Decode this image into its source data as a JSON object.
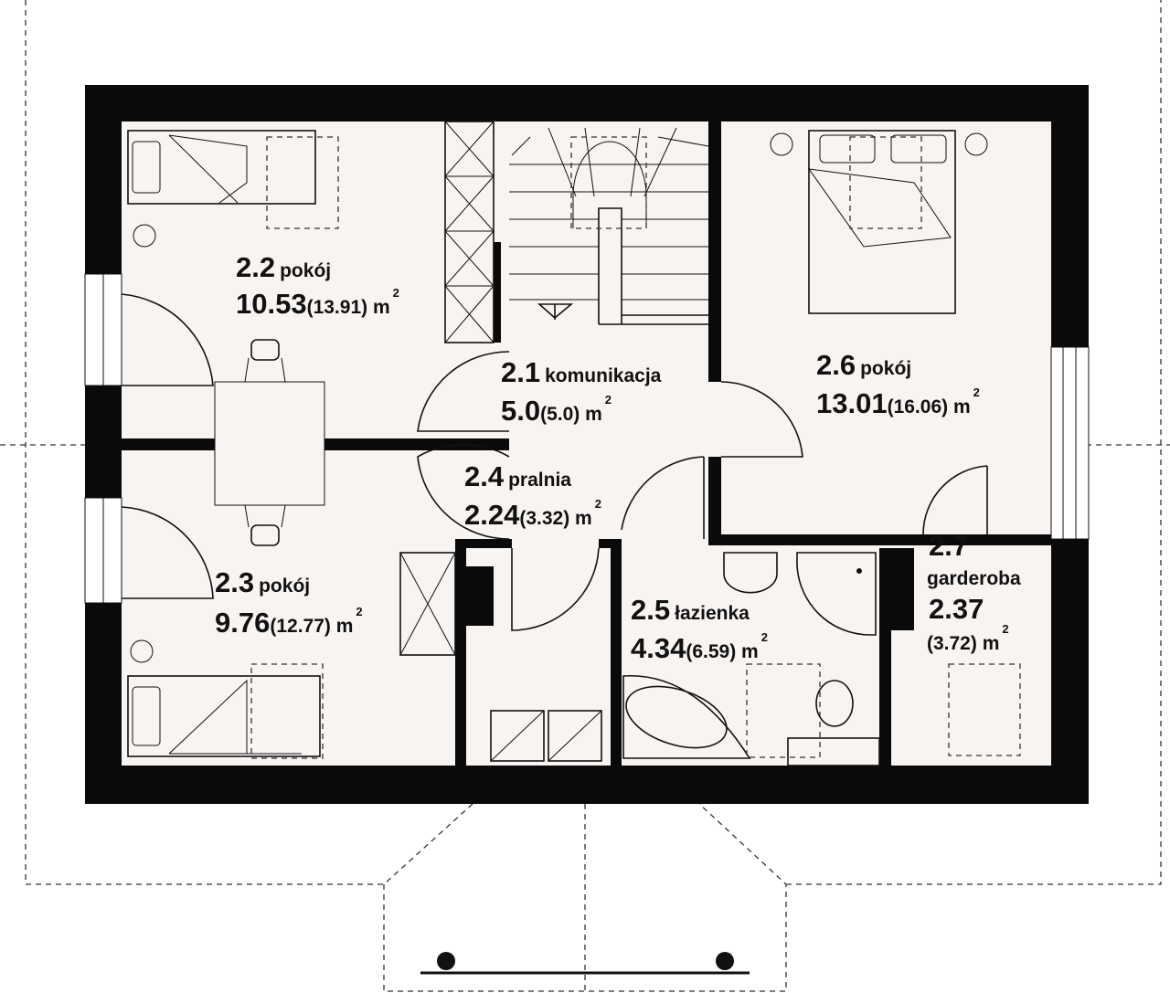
{
  "colors": {
    "floor": "#f8f4f2",
    "wall": "#0a0a0a",
    "outline": "#333333"
  },
  "rooms": [
    {
      "id": "2.1",
      "name": "komunikacja",
      "area": "5.0",
      "gross": "(5.0) m",
      "sup": "2"
    },
    {
      "id": "2.2",
      "name": "pokój",
      "area": "10.53",
      "gross": "(13.91) m",
      "sup": "2"
    },
    {
      "id": "2.3",
      "name": "pokój",
      "area": "9.76",
      "gross": "(12.77) m",
      "sup": "2"
    },
    {
      "id": "2.4",
      "name": "pralnia",
      "area": "2.24",
      "gross": "(3.32) m",
      "sup": "2"
    },
    {
      "id": "2.5",
      "name": "łazienka",
      "area": "4.34",
      "gross": "(6.59) m",
      "sup": "2"
    },
    {
      "id": "2.6",
      "name": "pokój",
      "area": "13.01",
      "gross": "(16.06) m",
      "sup": "2"
    },
    {
      "id": "2.7",
      "name": "garderoba",
      "area": "2.37",
      "gross": "(3.72) m",
      "sup": "2"
    }
  ]
}
